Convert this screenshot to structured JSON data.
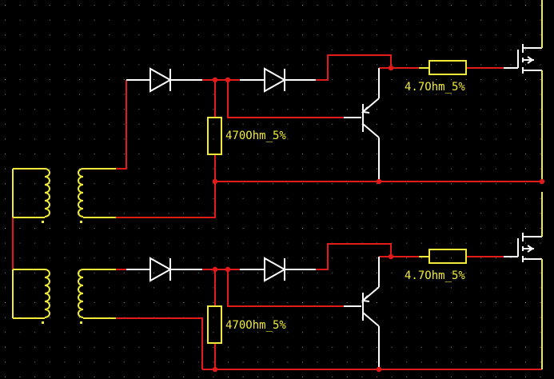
{
  "schematic": {
    "colors": {
      "background": "#000000",
      "grid_dot": "#8a8a8a",
      "component": "#f2ea3a",
      "wire": "#e21a1a",
      "diode": "#ffffff",
      "junction": "#e21a1a",
      "label": "#f2ea3a"
    },
    "labels": {
      "top_resistor": "470Ohm_5%",
      "top_gate_resistor": "4.7Ohm_5%",
      "bottom_resistor": "470Ohm_5%",
      "bottom_gate_resistor": "4.7Ohm_5%"
    }
  }
}
